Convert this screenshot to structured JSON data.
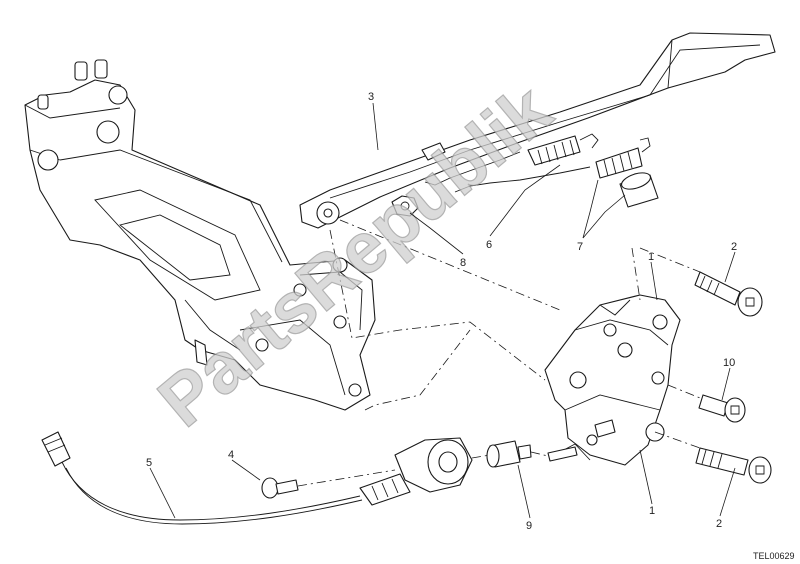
{
  "diagram": {
    "watermark": "PartsRepublik",
    "drawing_code": "TEL00629",
    "callouts": {
      "c1": "1",
      "c2a": "2",
      "c2b": "2",
      "c3": "3",
      "c4": "4",
      "c5": "5",
      "c6": "6",
      "c7": "7",
      "c8": "8",
      "c9": "9",
      "c10": "10"
    }
  }
}
